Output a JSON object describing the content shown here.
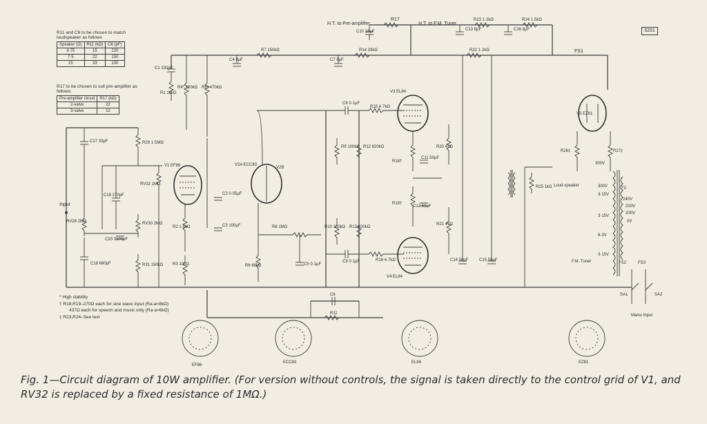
{
  "figure_number": "5201",
  "caption": "Fig. 1—Circuit diagram of 10W amplifier. (For version without controls, the signal is taken directly to the control grid of V1, and RV32 is replaced by a fixed resistance of 1MΩ.)",
  "table1": {
    "title": "R11 and C6 to be chosen to match loudspeaker as follows",
    "headers": [
      "Speaker (Ω)",
      "R11 (kΩ)",
      "C6 (pF)"
    ],
    "rows": [
      [
        "3·75",
        "15",
        "220"
      ],
      [
        "7·5",
        "22",
        "150"
      ],
      [
        "15",
        "33",
        "100"
      ]
    ]
  },
  "table2": {
    "title": "R17 to be chosen to suit pre-amplifier as follows:",
    "headers": [
      "Pre-amplifier circuit",
      "R17 (kΩ)"
    ],
    "rows": [
      [
        "2-valve",
        "22"
      ],
      [
        "3-valve",
        "12"
      ]
    ]
  },
  "notes": [
    "* High stability",
    "† R18,R19–270Ω each for sine wave input (Ra-a=8kΩ)",
    "437Ω each for speech and music only (Ra-a=6kΩ)",
    "‡ R23,R24–See text"
  ],
  "labels": {
    "ht_preamp": "H.T. to Pre-amplifier",
    "ht_fm": "H.T. to F.M. Tuner",
    "input": "Input",
    "loudspeaker": "Loud-speaker",
    "fm_tuner": "F.M. Tuner",
    "mains_input": "Mains Input",
    "fs1": "FS1",
    "fs2": "FS2",
    "fs3": "FS3",
    "sa1": "SA1",
    "sa2": "SA2",
    "t2": "T2",
    "v300": "300V",
    "v240": "240V",
    "v220": "220V",
    "v200": "200V",
    "v0": "0V",
    "v315a": "3·15V",
    "v315b": "3·15V",
    "v63": "6·3V",
    "v315c": "3·15V"
  },
  "components": {
    "r17": "R17",
    "r23": "R23 1·2kΩ",
    "r24": "R24 1·5kΩ",
    "c10": "C10 16µF",
    "c13": "C13 8µF",
    "c16": "C16 8µF",
    "c4": "C4 8µF",
    "r7": "R7 150kΩ",
    "c7": "C7 8µF",
    "r14": "R14 33kΩ",
    "r22": "R22 1·2kΩ",
    "c1": "C1 330pF",
    "r1": "R1 10kΩ",
    "r4": "R4* 120kΩ",
    "r5": "R5* 470kΩ",
    "c17": "C17 33pF",
    "r29": "R29 1·5MΩ",
    "rv32": "RV32 1MΩ",
    "c19": "C19 270pF",
    "rv28": "RV28 2MΩ",
    "c20": "C20 3300pF",
    "rv30": "RV30 2MΩ",
    "c18": "C18 680pF",
    "r31": "R31 150kΩ",
    "v1": "V1 EF86",
    "c2": "C2 0·05µF",
    "c3": "C3 100µF",
    "r2": "R2 1·8kΩ",
    "r3": "R3 100Ω",
    "v2a": "V2A ECC83",
    "v2b": "V2B",
    "r8": "R8 1MΩ",
    "r6": "R6 68kΩ",
    "c5": "C5 0·1µF",
    "c8": "C8 0·1µF",
    "r15": "R15 4·7kΩ",
    "r9": "R9 100kΩ",
    "r12": "R12 820kΩ",
    "r10": "R10 100kΩ",
    "r13": "R13 820kΩ",
    "c9": "C9 0·1µF",
    "r16": "R16 4·7kΩ",
    "v3": "V3 EL84",
    "v4": "V4 EL84",
    "r18": "R18†",
    "c11": "C11 50µF",
    "r19": "R19†",
    "c12": "C12 50µF",
    "r20": "R20 47Ω",
    "r21": "R21 47Ω",
    "c14": "C14 50µF",
    "c15": "C15 50µF",
    "r25": "R25 1kΩ",
    "v5": "V5 EZ81",
    "r26": "R26‡",
    "r27": "R27‡",
    "c6": "C6",
    "r11": "R11"
  },
  "base_labels": [
    "EF86",
    "ECC83",
    "EL84",
    "EZ81"
  ]
}
